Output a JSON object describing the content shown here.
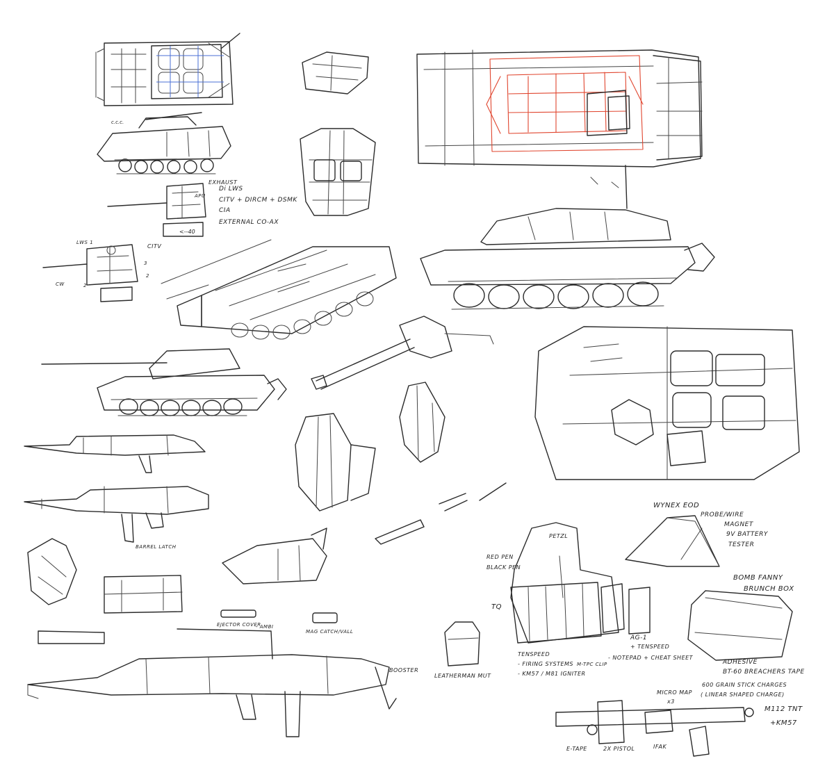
{
  "annotations": {
    "turret_notes": {
      "l1": "Di LWS",
      "l2": "CITV + DIRCM + DSMK",
      "l3": "CIA",
      "l4": "EXTERNAL CO-AX",
      "small": "EXHAUST",
      "mark": "APU"
    },
    "turret_small": {
      "lws": "LWS 1",
      "citv": "CITV",
      "n3": "3",
      "n2": "2",
      "n2b": "2",
      "cw": "CW"
    },
    "rifle_notes": {
      "barrel_latch": "BARREL LATCH",
      "ejector_cover": "EJECTOR COVER",
      "ambi": "- AMBI",
      "mag_catch": "MAG CATCH/VALL",
      "booster": "BOOSTER"
    },
    "gear_notes": {
      "wynex_eod": "WYNEX EOD",
      "probe_wire": "PROBE/WIRE",
      "magnet": "MAGNET",
      "battery": "9V BATTERY",
      "tester": "TESTER",
      "petzl": "PETZL",
      "red_pen": "RED PEN",
      "black_pen": "BLACK PEN",
      "tq": "TQ",
      "bomb_fanny": "BOMB FANNY",
      "brunch_box": "BRUNCH BOX",
      "ag1": "AG-1",
      "tenspeed_plus": "+ TENSPEED",
      "notepad": "- NOTEPAD + CHEAT SHEET",
      "adhesive": "ADHESIVE",
      "bt60": "BT-60 BREACHERS TAPE",
      "tenspeed": "TENSPEED",
      "firing": "- FIRING SYSTEMS",
      "km57_m81": "- KM57 / M81 IGNITER",
      "mtpc": "M-TPC CLIP",
      "leatherman": "LEATHERMAN MUT",
      "micro_map": "MICRO MAP",
      "x3": "x3",
      "charges": "600 GRAIN STICK CHARGES",
      "linear": "( LINEAR SHAPED CHARGE)",
      "m112": "M112 TNT",
      "km57": "+KM57",
      "etape": "E-TAPE",
      "pistol": "2X PISTOL",
      "ifak": "IFAK"
    }
  },
  "colors": {
    "ink": "#2b2b2b",
    "red_construction": "#e0452e",
    "blue_construction": "#4a6fd6",
    "paper": "#ffffff"
  }
}
